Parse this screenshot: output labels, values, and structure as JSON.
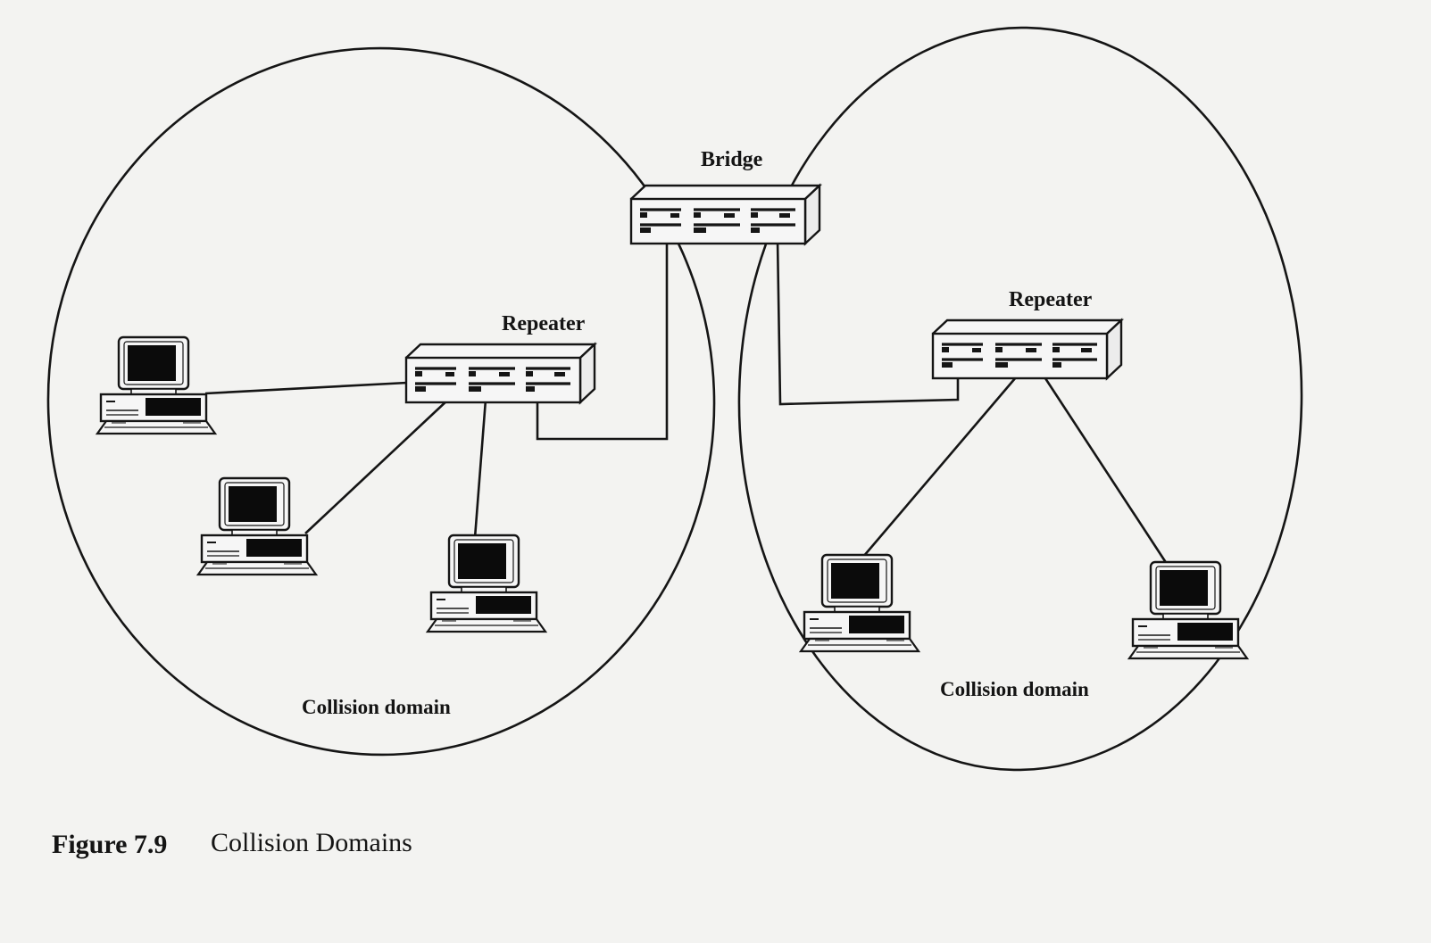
{
  "diagram": {
    "bridge_label": "Bridge",
    "left_repeater_label": "Repeater",
    "right_repeater_label": "Repeater",
    "left_domain_label": "Collision domain",
    "right_domain_label": "Collision domain"
  },
  "caption": {
    "number": "Figure 7.9",
    "title": "Collision Domains"
  },
  "colors": {
    "background": "#f3f3f1",
    "ink": "#151515"
  },
  "icons": {
    "computer": "computer-icon",
    "hub": "network-hub-icon"
  }
}
